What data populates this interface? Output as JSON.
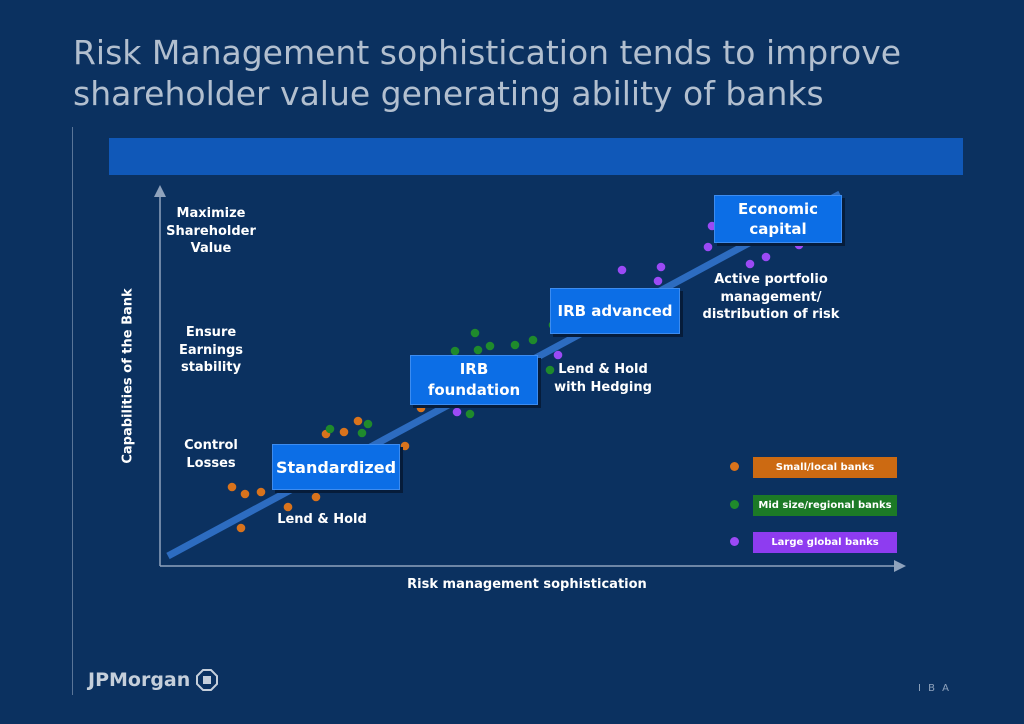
{
  "title_line1": "Risk Management sophistication tends to improve",
  "title_line2": "shareholder value generating ability of banks",
  "y_axis_label": "Capabilities of the Bank",
  "x_axis_label": "Risk management sophistication",
  "levels": {
    "top": [
      "Maximize",
      "Shareholder",
      "Value"
    ],
    "middle": [
      "Ensure",
      "Earnings",
      "stability"
    ],
    "bottom": [
      "Control",
      "Losses"
    ]
  },
  "stages": {
    "standardized": "Standardized",
    "irb_foundation": [
      "IRB",
      "foundation"
    ],
    "irb_advanced": "IRB advanced",
    "economic_capital": [
      "Economic",
      "capital"
    ]
  },
  "strategies": {
    "lend_hold": "Lend & Hold",
    "lend_hold_hedging": [
      "Lend & Hold",
      "with Hedging"
    ],
    "active_portfolio": [
      "Active portfolio",
      "management/",
      "distribution of risk"
    ]
  },
  "legend": [
    {
      "label": "Small/local banks",
      "color": "#cc6a12",
      "dot": "#d9731c"
    },
    {
      "label": "Mid size/regional banks",
      "color": "#1c7a26",
      "dot": "#1f8a2c"
    },
    {
      "label": "Large global banks",
      "color": "#8e3cf0",
      "dot": "#9b4af5"
    }
  ],
  "colors": {
    "background": "#0b3160",
    "banner": "#1058b8",
    "stage_box": "#0c6ee6",
    "trend": "#2d6cc0"
  },
  "logo_text": "JPMorgan",
  "logo_icon": "jpmorgan-octagon-icon",
  "footer_code": "I B A"
}
